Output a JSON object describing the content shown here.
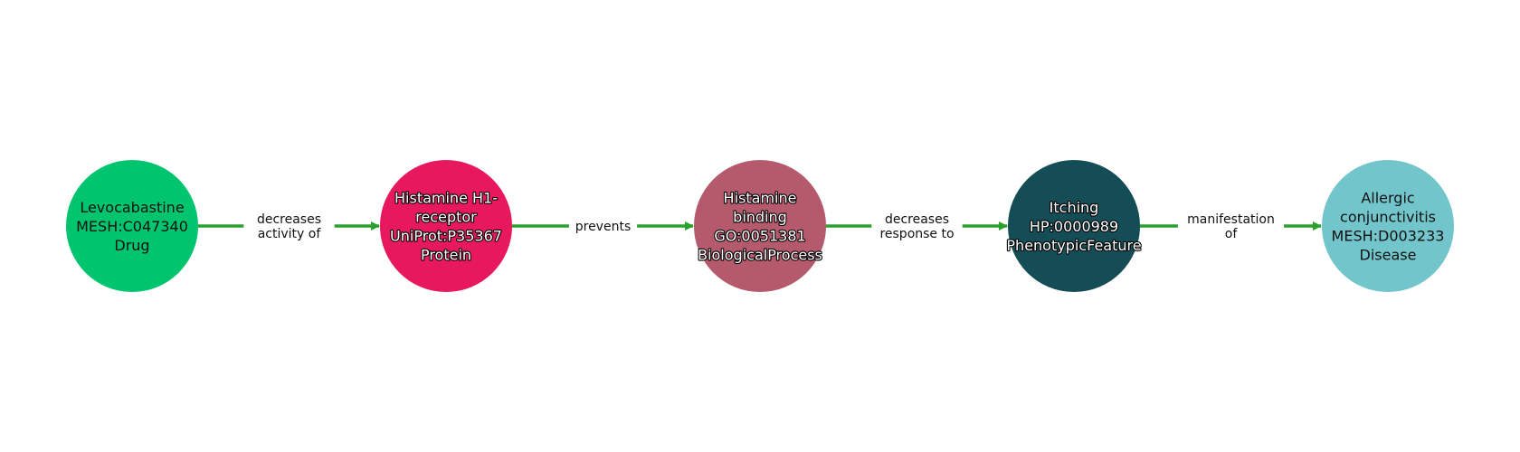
{
  "diagram": {
    "edge_color": "#2ca02c",
    "nodes": [
      {
        "id": "drug",
        "lines": [
          "Levocabastine",
          "MESH:C047340",
          "Drug"
        ],
        "color": "#00c56e",
        "label_style": "dark"
      },
      {
        "id": "protein",
        "lines": [
          "Histamine H1-",
          "receptor",
          "UniProt:P35367",
          "Protein"
        ],
        "color": "#e8185f",
        "label_style": "light"
      },
      {
        "id": "process",
        "lines": [
          "Histamine",
          "binding",
          "GO:0051381",
          "BiologicalProcess"
        ],
        "color": "#b5596d",
        "label_style": "light"
      },
      {
        "id": "phenotype",
        "lines": [
          "Itching",
          "HP:0000989",
          "PhenotypicFeature"
        ],
        "color": "#154d57",
        "label_style": "light"
      },
      {
        "id": "disease",
        "lines": [
          "Allergic",
          "conjunctivitis",
          "MESH:D003233",
          "Disease"
        ],
        "color": "#72c6cb",
        "label_style": "dark"
      }
    ],
    "edges": [
      {
        "from": "drug",
        "to": "protein",
        "lines": [
          "decreases",
          "activity of"
        ]
      },
      {
        "from": "protein",
        "to": "process",
        "lines": [
          "prevents"
        ]
      },
      {
        "from": "process",
        "to": "phenotype",
        "lines": [
          "decreases",
          "response to"
        ]
      },
      {
        "from": "phenotype",
        "to": "disease",
        "lines": [
          "manifestation",
          "of"
        ]
      }
    ]
  }
}
